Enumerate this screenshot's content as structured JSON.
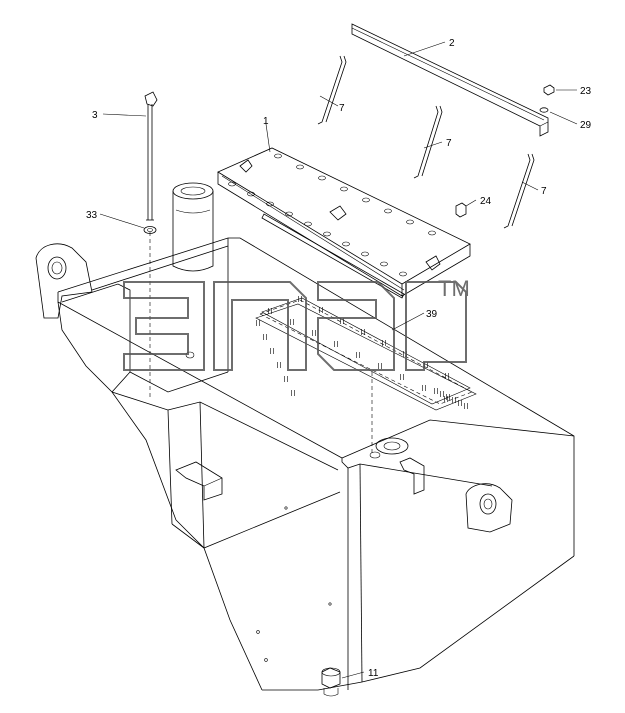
{
  "diagram": {
    "callouts": {
      "c1": "1",
      "c2": "2",
      "c3": "3",
      "c7a": "7",
      "c7b": "7",
      "c7c": "7",
      "c11": "11",
      "c23": "23",
      "c24": "24",
      "c29": "29",
      "c33": "33",
      "c39": "39"
    },
    "watermark": {
      "mark": "TM"
    }
  }
}
